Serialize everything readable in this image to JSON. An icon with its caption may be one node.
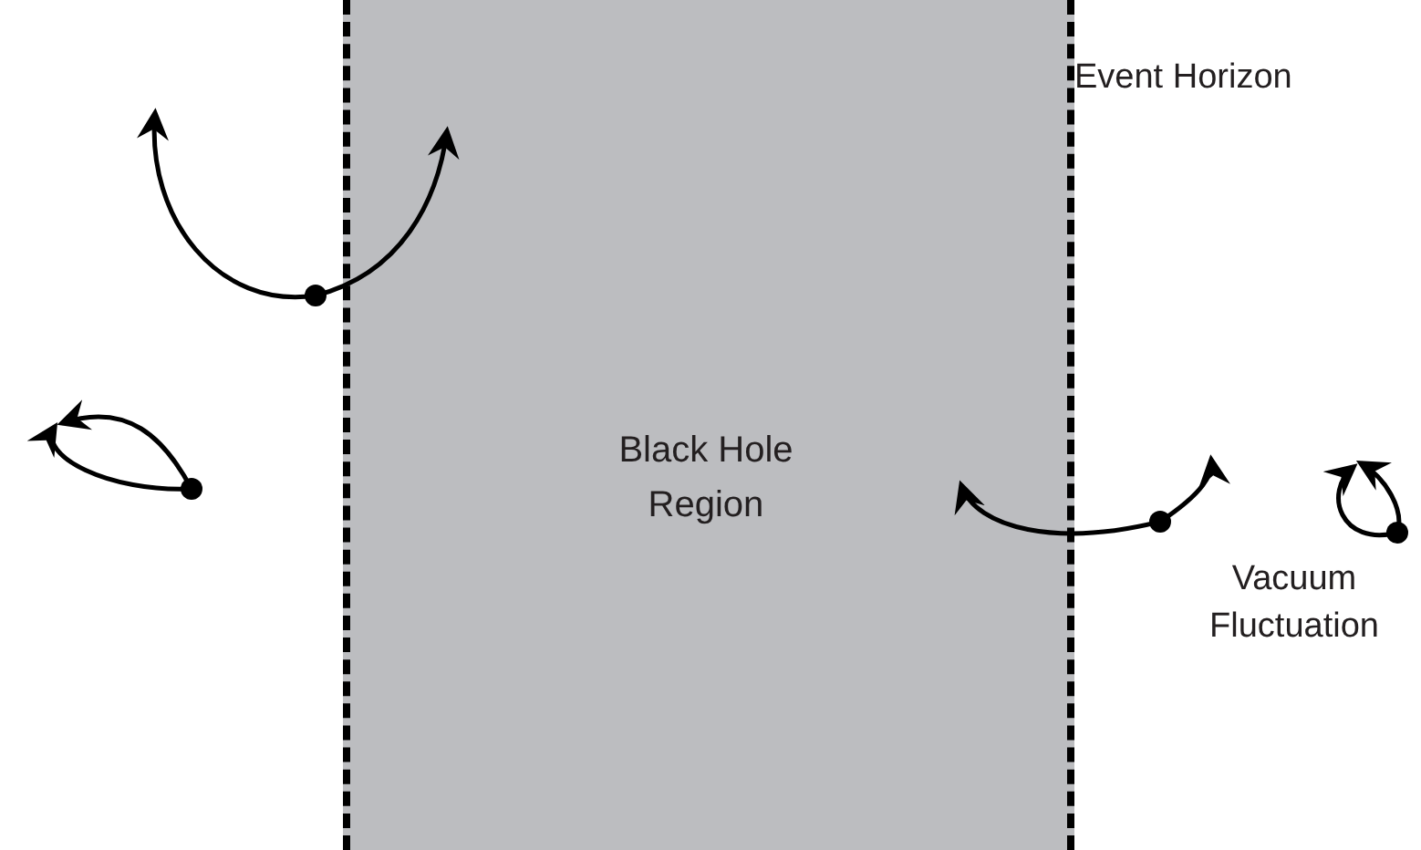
{
  "diagram": {
    "nodes": [
      {
        "text": [
          "Black Hole Region"
        ]
      }
    ],
    "labels": [
      "Event Horizon",
      "Vacuum Fluctuation"
    ]
  }
}
